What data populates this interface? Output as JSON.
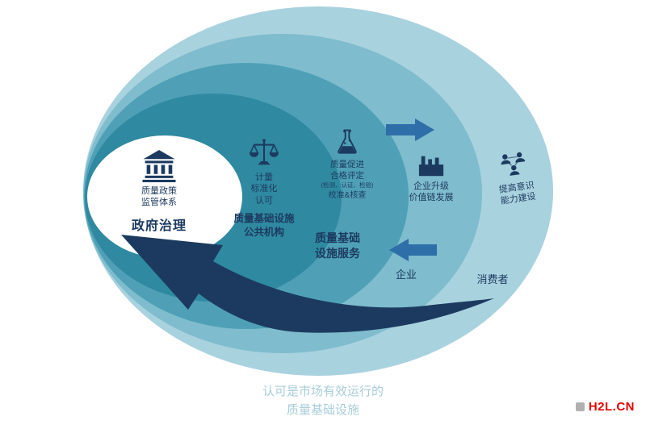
{
  "colors": {
    "ring_outer": "#a9d2df",
    "ring_2": "#7fbccd",
    "ring_3": "#4fa0b6",
    "ring_4": "#2f89a1",
    "center": "#ffffff",
    "navy": "#1c3a5f",
    "arrow_blue": "#2e6ea9",
    "caption": "#a9cdd9",
    "watermark_red": "#e60000"
  },
  "nodes": {
    "government": {
      "icon": "bank-icon",
      "lines": [
        "质量政策",
        "监管体系"
      ],
      "title": "政府治理"
    },
    "public_institutions": {
      "icon": "scales-icon",
      "lines": [
        "计量",
        "标准化",
        "认可"
      ],
      "title_lines": [
        "质量基础设施",
        "公共机构"
      ]
    },
    "qi_services": {
      "icon": "flask-icon",
      "lines": [
        "质量促进",
        "合格评定",
        "(检测、认证、检验)",
        "校准&核查"
      ],
      "title_lines": [
        "质量基础",
        "设施服务"
      ]
    },
    "enterprise": {
      "icon": "factory-icon",
      "lines": [
        "企业升级",
        "价值链发展"
      ],
      "label": "企业"
    },
    "consumer": {
      "icon": "people-network-icon",
      "lines": [
        "提高意识",
        "能力建设"
      ],
      "label": "消费者"
    }
  },
  "caption": {
    "lines": [
      "认可是市场有效运行的",
      "质量基础设施"
    ]
  },
  "watermark": {
    "text": "H2L.CN"
  }
}
